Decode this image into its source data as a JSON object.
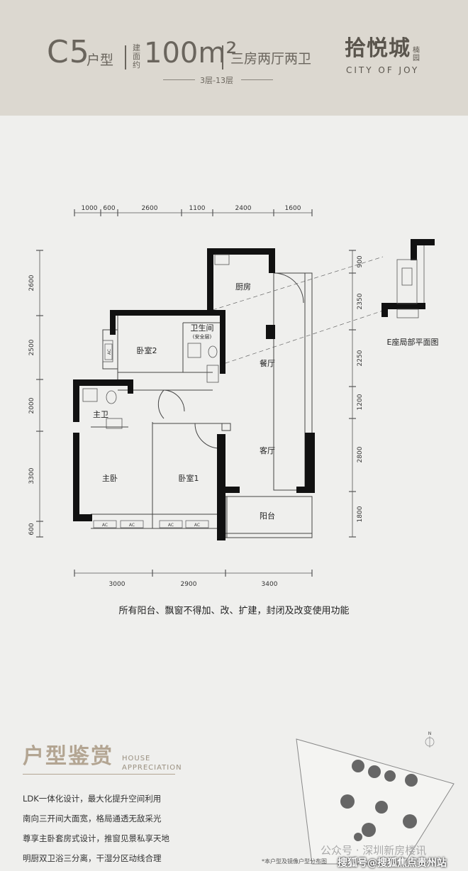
{
  "header": {
    "type_label": "C5",
    "type_suffix": "户型",
    "area_label": "建面约",
    "area_value": "100m²",
    "rooms": "三房两厅两卫",
    "floors": "3层-13层",
    "brand_cn": "拾悦城",
    "brand_cn_small": "楠园",
    "brand_en": "CITY OF JOY"
  },
  "plan": {
    "top_dims": [
      "1000",
      "600",
      "2600",
      "1100",
      "2400",
      "1600"
    ],
    "bottom_dims": [
      "3000",
      "2900",
      "3400"
    ],
    "left_dims": [
      "2600",
      "2500",
      "2000",
      "3300",
      "600"
    ],
    "right_dims": [
      "900",
      "2350",
      "2250",
      "1200",
      "2800",
      "1800"
    ],
    "rooms": {
      "kitchen": "厨房",
      "wc2": "卫生间",
      "wc2_note": "(安全层)",
      "bed2": "卧室2",
      "dining": "餐厅",
      "master_wc": "主卫",
      "living": "客厅",
      "master": "主卧",
      "bed1": "卧室1",
      "balcony": "阳台",
      "ac": "AC"
    },
    "inset_label": "E座局部平面图"
  },
  "notice": "所有阳台、飘窗不得加、改、扩建，封闭及改变使用功能",
  "section": {
    "title": "户型鉴赏",
    "en_line1": "HOUSE",
    "en_line2": "APPRECIATION",
    "lines": [
      "LDK一体化设计，最大化提升空间利用",
      "南向三开间大面宽，格局通透无敌采光",
      "尊享主卧套房式设计，推窗见景私享天地",
      "明厨双卫浴三分离，干湿分区动线合理"
    ]
  },
  "map": {
    "north": "N",
    "note": "*本户型及镜像户型分布图"
  },
  "watermarks": {
    "wechat": "公众号 · 深圳新房楼讯",
    "sohu": "搜狐号@搜狐焦点贵州站"
  }
}
